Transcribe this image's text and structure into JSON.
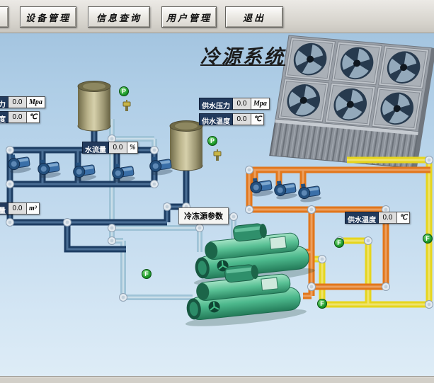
{
  "title": "冷源系统",
  "toolbar": {
    "partial_label": "",
    "buttons": [
      "设备管理",
      "信息查询",
      "用户管理",
      "退出"
    ]
  },
  "param_button": "冷冻源参数",
  "gauges": {
    "left_pressure": {
      "label": "压力",
      "value": "0.0",
      "unit": "Mpa"
    },
    "left_temp": {
      "label": "温度",
      "value": "0.0",
      "unit": "℃"
    },
    "flow": {
      "label": "水流量",
      "value": "0.0",
      "unit": "%"
    },
    "left_volume": {
      "label": "流量",
      "value": "0.0",
      "unit": "m³"
    },
    "supply_pressure": {
      "label": "供水压力",
      "value": "0.0",
      "unit": "Mpa"
    },
    "supply_temp": {
      "label": "供水温度",
      "value": "0.0",
      "unit": "℃"
    },
    "cooling_supply_temp": {
      "label": "供水温度",
      "value": "0.0",
      "unit": "℃"
    }
  },
  "indicators": [
    {
      "letter": "P"
    },
    {
      "letter": "P"
    },
    {
      "letter": "F"
    },
    {
      "letter": "F"
    },
    {
      "letter": "F"
    },
    {
      "letter": "F"
    }
  ],
  "colors": {
    "chilled_pipe": "#1d3d63",
    "chilled_return_pipe": "#9fc3d7",
    "cooling_pipe_orange": "#e2761b",
    "cooling_pipe_yellow": "#e6d51d",
    "indicator_green": "#1f9e2c",
    "chiller_green": "#4cb88c",
    "background_top": "#9dbfdc",
    "background_bottom": "#dfedf7"
  }
}
